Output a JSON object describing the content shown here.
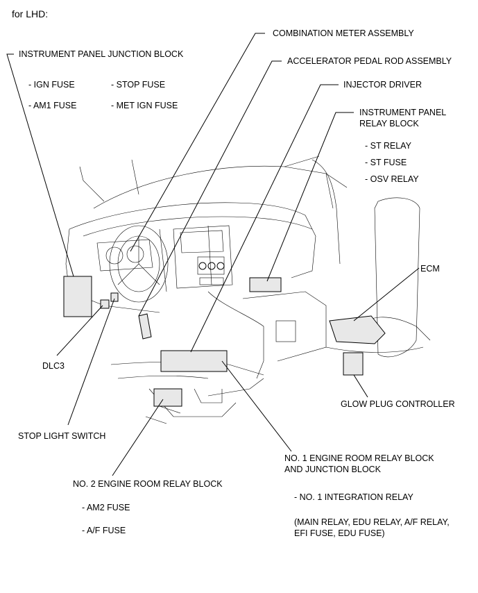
{
  "header": "for LHD:",
  "labels": {
    "instrument_panel_jb": "INSTRUMENT PANEL JUNCTION BLOCK",
    "ign_fuse": "- IGN FUSE",
    "stop_fuse": "- STOP FUSE",
    "am1_fuse": "- AM1 FUSE",
    "met_ign_fuse": "- MET IGN FUSE",
    "combination_meter": "COMBINATION METER ASSEMBLY",
    "accelerator_pedal": "ACCELERATOR PEDAL ROD ASSEMBLY",
    "injector_driver": "INJECTOR DRIVER",
    "ip_relay_block_1": "INSTRUMENT PANEL",
    "ip_relay_block_2": "RELAY BLOCK",
    "st_relay": "- ST RELAY",
    "st_fuse": "- ST FUSE",
    "osv_relay": "- OSV RELAY",
    "ecm": "ECM",
    "dlc3": "DLC3",
    "glow_plug": "GLOW PLUG CONTROLLER",
    "stop_light_switch": "STOP LIGHT SWITCH",
    "no1_er_1": "NO. 1 ENGINE ROOM RELAY BLOCK",
    "no1_er_2": "AND JUNCTION BLOCK",
    "no1_integration": "- NO. 1 INTEGRATION RELAY",
    "no1_detail_1": "(MAIN RELAY, EDU RELAY, A/F RELAY,",
    "no1_detail_2": "EFI FUSE, EDU FUSE)",
    "no2_er": "NO. 2 ENGINE ROOM RELAY BLOCK",
    "am2_fuse": "- AM2 FUSE",
    "af_fuse": "- A/F FUSE"
  }
}
